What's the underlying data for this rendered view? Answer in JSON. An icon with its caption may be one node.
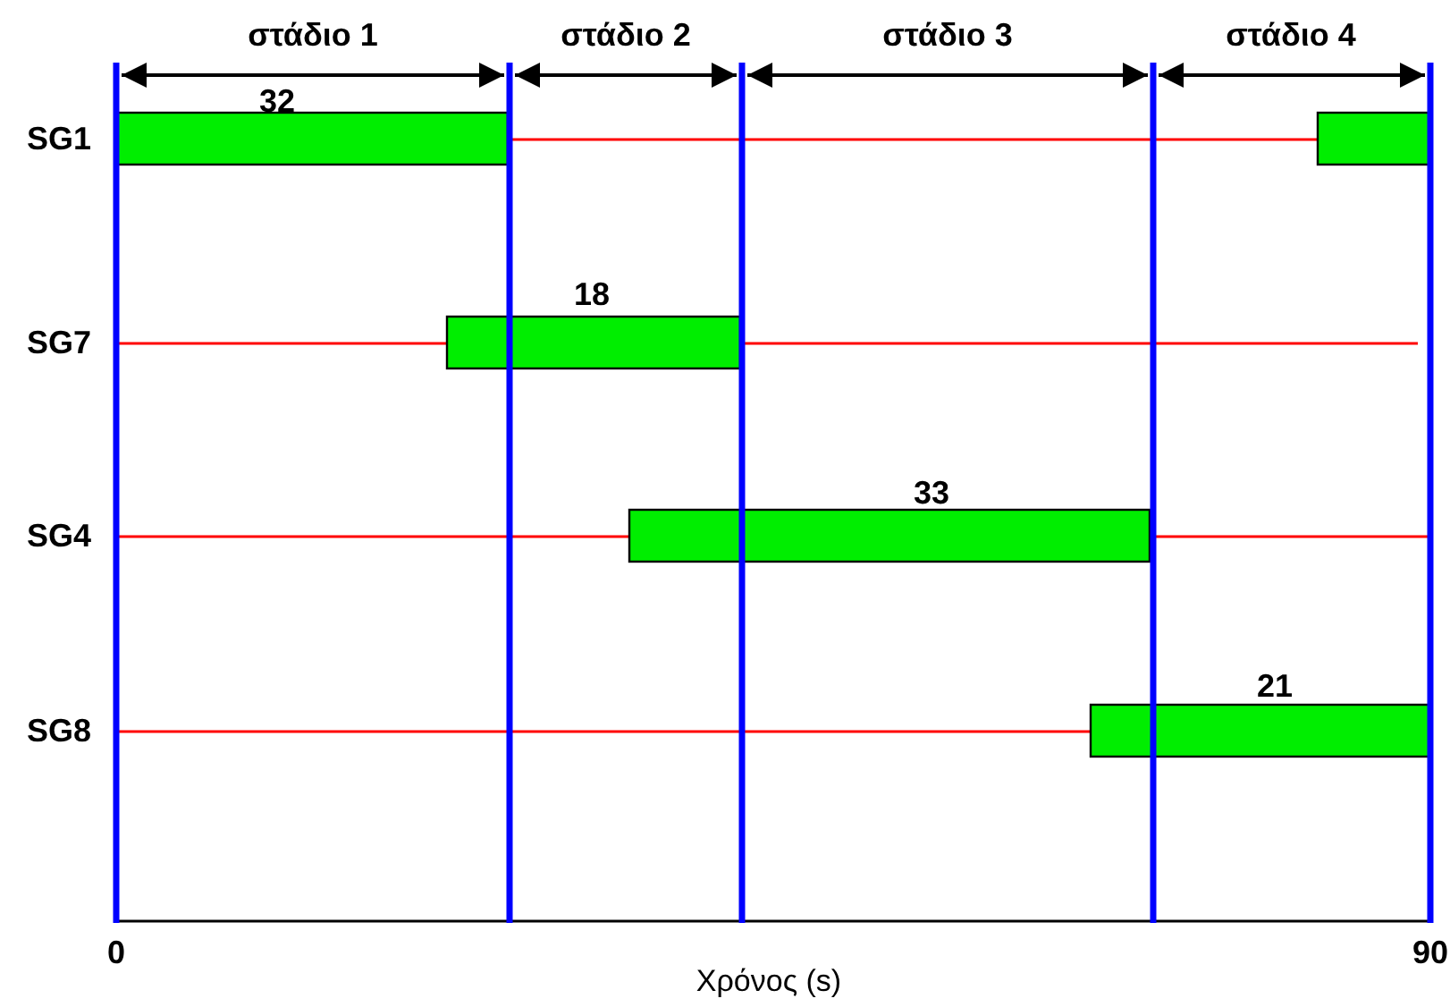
{
  "diagram": {
    "labels": [
      "στάδιο 1",
      "στάδιο 2",
      "στάδιο 3",
      "στάδιο 4",
      "SG1",
      "32",
      "SG7",
      "18",
      "SG4",
      "33",
      "SG8",
      "21",
      "0",
      "90",
      "Χρόνος (s)"
    ]
  }
}
